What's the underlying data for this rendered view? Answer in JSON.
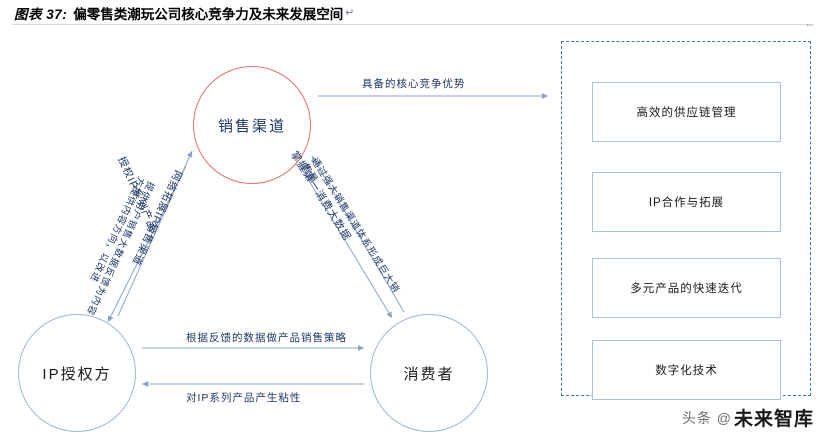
{
  "header": {
    "figure_label": "图表 37:",
    "title": "偏零售类潮玩公司核心竞争力及未来发展空间",
    "mark": "↵",
    "corner_icon": "arrow-left-icon"
  },
  "diagram": {
    "nodes": [
      {
        "id": "sales",
        "label": "销售渠道",
        "accent": "#e0736e"
      },
      {
        "id": "ip",
        "label": "IP授权方",
        "accent": "#9fb6d6"
      },
      {
        "id": "consumer",
        "label": "消费者",
        "accent": "#9fb6d6"
      }
    ],
    "edge_labels": [
      {
        "id": "core-advantage",
        "text": "具备的核心竞争优势"
      },
      {
        "id": "ip-supply",
        "text": "授权IP系列产品"
      },
      {
        "id": "network-expand",
        "text": "网络拓展IP销售渠道"
      },
      {
        "id": "feedback-data",
        "text": "提供用户销售大数据反馈为内容方提供内容方向，以改进"
      },
      {
        "id": "channel-data",
        "text": "掌握第一消费大数据"
      },
      {
        "id": "direct-sales",
        "text": "通过强大销售渠道体系形成巨大销售量"
      },
      {
        "id": "strategy",
        "text": "根据反馈的数据做产品销售策略"
      },
      {
        "id": "stickiness",
        "text": "对IP系列产品产生粘性"
      }
    ]
  },
  "right_panel": {
    "boxes": [
      {
        "id": "supply-chain",
        "label": "高效的供应链管理"
      },
      {
        "id": "ip-cooperation",
        "label": "IP合作与拓展"
      },
      {
        "id": "product-iteration",
        "label": "多元产品的快速迭代"
      },
      {
        "id": "digitalization",
        "label": "数字化技术"
      }
    ]
  },
  "footer": {
    "prefix": "头条 @",
    "brand": "未来智库"
  }
}
